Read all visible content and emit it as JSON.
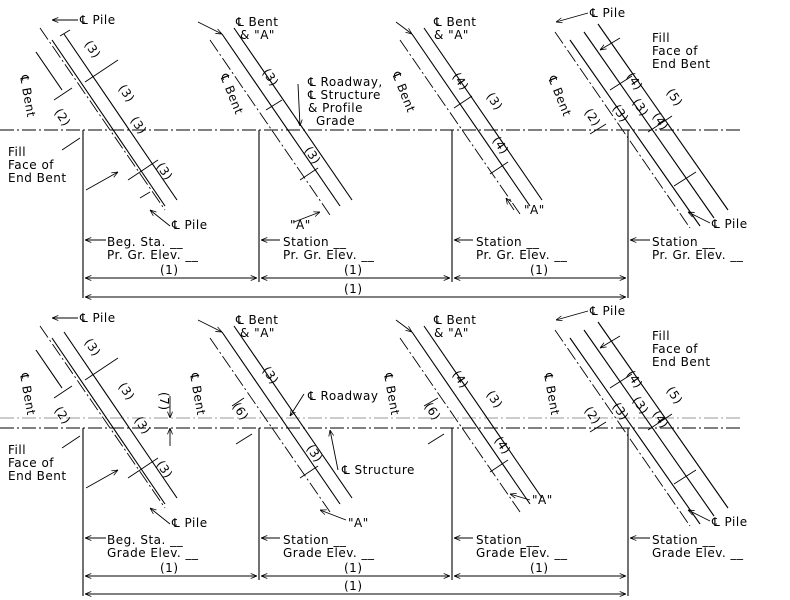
{
  "symbols": {
    "centerline": "℄"
  },
  "labels": {
    "pile": "Pile",
    "bent": "Bent",
    "bent_and_a_l1": "Bent",
    "bent_and_a_l2": "& \"A\"",
    "a_mark": "\"A\"",
    "fill": "Fill",
    "face_of": "Face of",
    "end_bent": "End Bent",
    "roadway_structure_profile": [
      "Roadway,",
      "Structure",
      "& Profile",
      "Grade"
    ],
    "roadway": "Roadway",
    "structure": "Structure"
  },
  "dims": {
    "d1": "(1)",
    "d2": "(2)",
    "d3": "(3)",
    "d4": "(4)",
    "d5": "(5)",
    "d6": "(6)",
    "d7": "(7)"
  },
  "top_panel": {
    "stations": [
      {
        "l1": "Beg. Sta. __",
        "l2": "Pr. Gr. Elev. __"
      },
      {
        "l1": "Station __",
        "l2": "Pr. Gr. Elev. __"
      },
      {
        "l1": "Station __",
        "l2": "Pr. Gr. Elev. __"
      },
      {
        "l1": "Station __",
        "l2": "Pr. Gr. Elev. __"
      }
    ]
  },
  "bottom_panel": {
    "stations": [
      {
        "l1": "Beg. Sta. __",
        "l2": "Grade Elev. __"
      },
      {
        "l1": "Station __",
        "l2": "Grade Elev. __"
      },
      {
        "l1": "Station __",
        "l2": "Grade Elev. __"
      },
      {
        "l1": "Station __",
        "l2": "Grade Elev. __"
      }
    ]
  }
}
